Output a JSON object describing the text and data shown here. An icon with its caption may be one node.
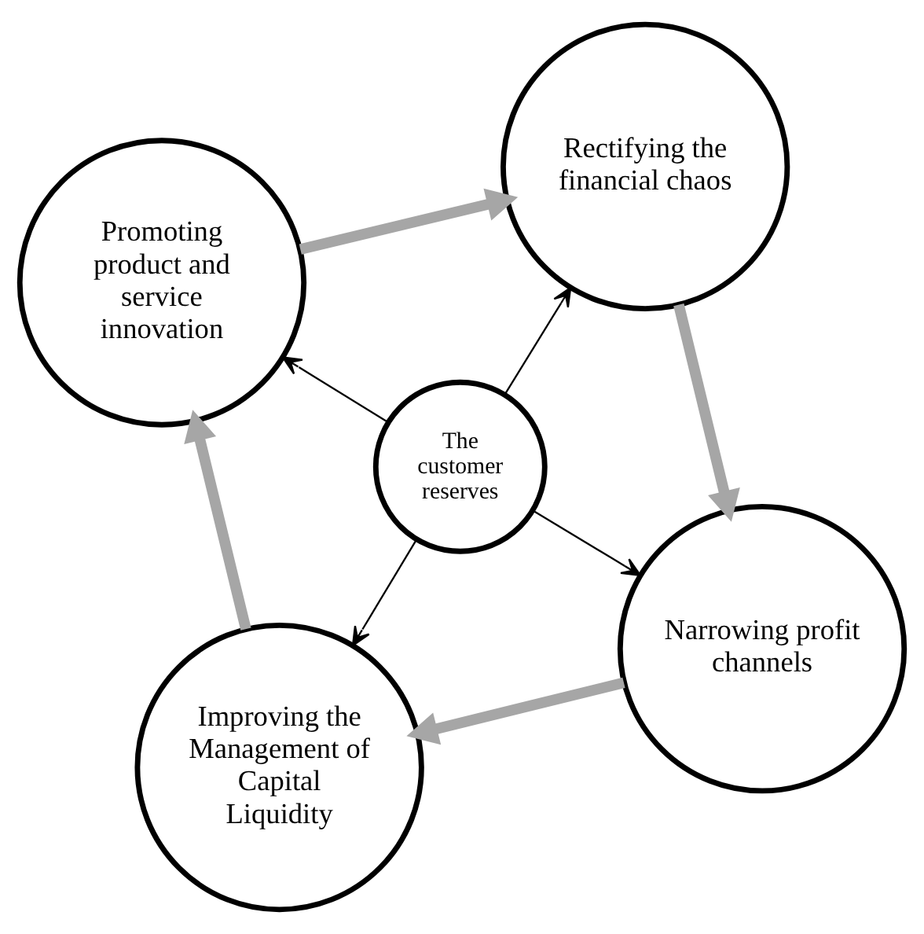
{
  "diagram": {
    "nodes": [
      {
        "text": [
          "The customer reserves"
        ]
      },
      {
        "text": [
          "Narrowing profit channels"
        ]
      },
      {
        "text": [
          "Improving the Management of Capital Liquidity"
        ]
      },
      {
        "text": [
          "Promoting product and service innovation"
        ]
      },
      {
        "text": [
          "Rectifying the financial chaos"
        ]
      }
    ],
    "edges": [
      {
        "from": 0,
        "to": 1,
        "arrow": "to"
      },
      {
        "from": 0,
        "to": 2,
        "arrow": "to"
      },
      {
        "from": 0,
        "to": 3,
        "arrow": "to"
      },
      {
        "from": 0,
        "to": 4,
        "arrow": "to"
      },
      {
        "from": 4,
        "to": 1,
        "arrow": "to",
        "style": "thick",
        "color": "#a6a6a6"
      },
      {
        "from": 1,
        "to": 2,
        "arrow": "to",
        "style": "thick",
        "color": "#a6a6a6"
      },
      {
        "from": 2,
        "to": 3,
        "arrow": "to",
        "style": "thick",
        "color": "#a6a6a6"
      },
      {
        "from": 3,
        "to": 4,
        "arrow": "to",
        "style": "thick",
        "color": "#a6a6a6"
      }
    ]
  }
}
